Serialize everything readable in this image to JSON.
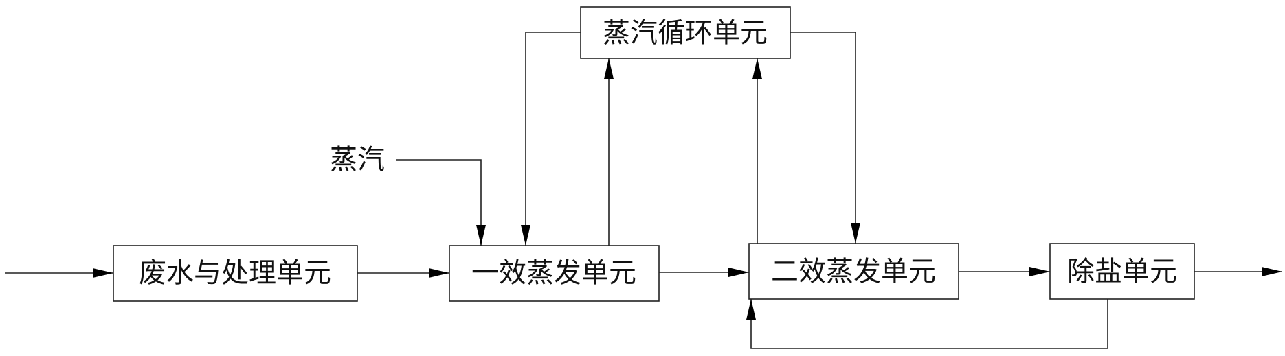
{
  "nodes": {
    "wastewater_pretreatment": "废水与处理单元",
    "first_effect": "一效蒸发单元",
    "second_effect": "二效蒸发单元",
    "desalination": "除盐单元",
    "steam_circulation": "蒸汽循环单元"
  },
  "inputs": {
    "steam": "蒸汽"
  }
}
